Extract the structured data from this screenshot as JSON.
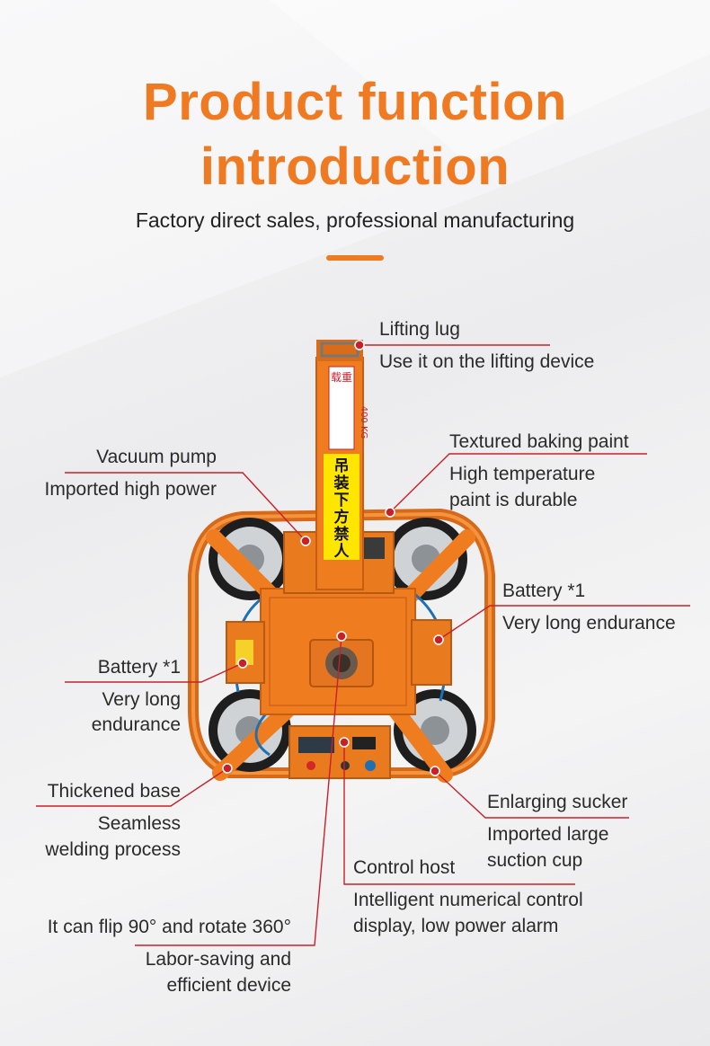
{
  "colors": {
    "accent": "#f07a22",
    "machine_orange": "#ef7d1f",
    "machine_dark_orange": "#d6661a",
    "leader_red": "#c8202a",
    "sign_yellow": "#ffe600",
    "text_dark": "#2a2a2a"
  },
  "header": {
    "title_line1": "Product function",
    "title_line2": "introduction",
    "subtitle": "Factory direct sales, professional manufacturing"
  },
  "machine": {
    "arm_label_red": "载重",
    "arm_label_load": "400 KG",
    "warning_sign": [
      "吊",
      "装",
      "下",
      "方",
      "禁",
      "人"
    ]
  },
  "callouts": {
    "lifting_lug": {
      "title": "Lifting lug",
      "desc": "Use it on the lifting device"
    },
    "textured_paint": {
      "title": "Textured baking paint",
      "desc_line1": "High temperature",
      "desc_line2": "paint is durable"
    },
    "vacuum_pump": {
      "title": "Vacuum pump",
      "desc": "Imported high power"
    },
    "battery_right": {
      "title": "Battery *1",
      "desc": "Very long endurance"
    },
    "battery_left": {
      "title": "Battery *1",
      "desc_line1": "Very long",
      "desc_line2": "endurance"
    },
    "thickened_base": {
      "title": "Thickened base",
      "desc_line1": "Seamless",
      "desc_line2": "welding process"
    },
    "enlarging_sucker": {
      "title": "Enlarging sucker",
      "desc_line1": "Imported large",
      "desc_line2": "suction cup"
    },
    "control_host": {
      "title": "Control host",
      "desc_line1": "Intelligent numerical control",
      "desc_line2": "display, low power alarm"
    },
    "rotation": {
      "title": "It can flip 90° and rotate 360°",
      "desc_line1": "Labor-saving and",
      "desc_line2": "efficient device"
    }
  }
}
